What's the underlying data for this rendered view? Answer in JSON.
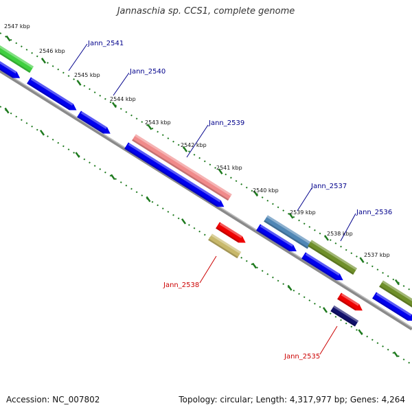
{
  "title": "Jannaschia sp. CCS1, complete genome",
  "footer": {
    "accession": "Accession: NC_007802",
    "summary": "Topology: circular; Length: 4,317,977 bp; Genes: 4,264"
  },
  "ticks": [
    "2547 kbp",
    "2546 kbp",
    "2545 kbp",
    "2544 kbp",
    "2543 kbp",
    "2542 kbp",
    "2541 kbp",
    "2540 kbp",
    "2539 kbp",
    "2538 kbp",
    "2537 kbp"
  ],
  "labels": {
    "g2541": "Jann_2541",
    "g2540": "Jann_2540",
    "g2539": "Jann_2539",
    "g2537": "Jann_2537",
    "g2536": "Jann_2536",
    "g2538": "Jann_2538",
    "g2535": "Jann_2535"
  },
  "colors": {
    "backbone": "#8a8a8a",
    "tick": "#1e7a1e",
    "cds": "#0000ee",
    "label_forward": "#00008b",
    "label_reverse": "#cc0000",
    "gene_green": "#3fcf3f",
    "gene_pink": "#f08a8a",
    "gene_steel": "#4f86b5",
    "gene_olive": "#6f8f2a",
    "gene_red": "#ee0000",
    "gene_khaki": "#c8b86a",
    "gene_navy": "#10106a"
  }
}
